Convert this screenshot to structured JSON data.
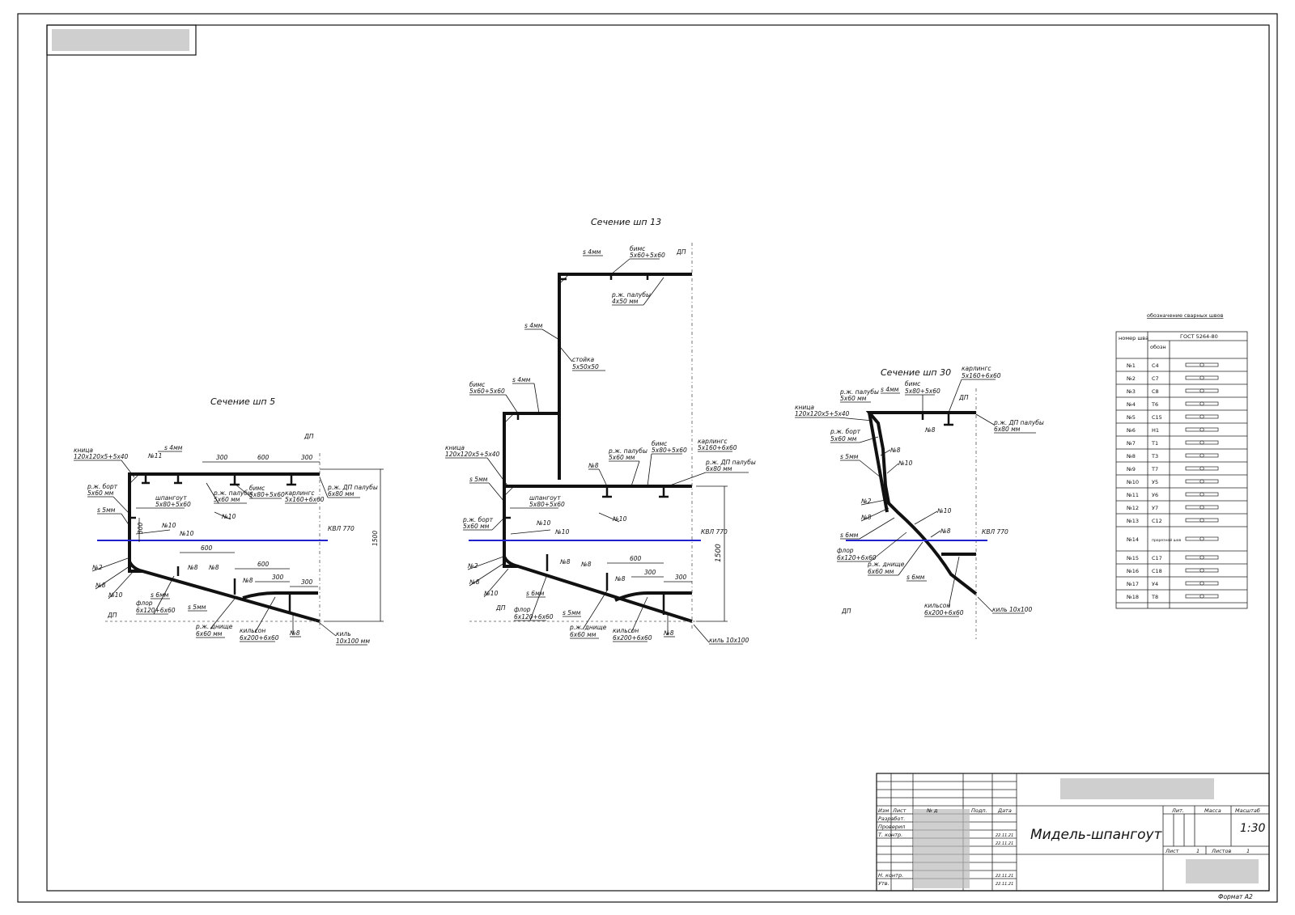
{
  "document": {
    "format": "Формат А2"
  },
  "section5": {
    "title": "Сечение шп 5",
    "labels": {
      "knitsa": "кница",
      "knitsa_dim": "120х120х5+5х40",
      "n11": "№11",
      "s4": "s 4мм",
      "d300a": "300",
      "d600a": "600",
      "d300b": "300",
      "dp_top": "ДП",
      "rzh_bort": "р.ж. борт",
      "rzh_bort_dim": "5х60 мм",
      "shpangout": "шпангоут",
      "shpangout_dim": "5х80+5х60",
      "rzh_paluby": "р.ж. палубы",
      "rzh_paluby_dim": "5х60 мм",
      "bims": "бимс",
      "bims_dim": "5х80+5х60",
      "karlings": "карлингс",
      "karlings_dim": "5х160+6х60",
      "rzh_dp": "р.ж. ДП палубы",
      "rzh_dp_dim": "6х80 мм",
      "n10a": "№10",
      "s5": "s 5мм",
      "d300v": "300",
      "n10b": "№10",
      "n10c": "№10",
      "kvl": "КВЛ 770",
      "h1500": "1500",
      "d600c": "600",
      "d600d": "600",
      "n8a": "№8",
      "n8b": "№8",
      "d300c": "300",
      "d300d": "300",
      "n8c": "№8",
      "n2": "№2",
      "n8d": "№8",
      "n10d": "№10",
      "s6": "s 6мм",
      "flor": "флор",
      "flor_dim": "6х120+6х60",
      "s5b": "s 5мм",
      "dp_bot": "ДП",
      "rzh_dnishe": "р.ж. днище",
      "rzh_dnishe_dim": "6х60 мм",
      "kilson": "кильсон",
      "kilson_dim": "6х200+6х60",
      "n8e": "№8",
      "kil": "киль",
      "kil_dim": "10х100 мм"
    }
  },
  "section13": {
    "title": "Сечение шп 13",
    "labels": {
      "s4top": "s 4мм",
      "bims_top": "бимс",
      "bims_top_dim": "5х60+5х60",
      "dp_top": "ДП",
      "rzh_paluby_top": "р.ж. палубы",
      "rzh_paluby_top_dim": "4х50 мм",
      "s4side": "s 4мм",
      "stoyka": "стойка",
      "stoyka_dim": "5х50х50",
      "bims_mid": "бимс",
      "bims_mid_dim": "5х60+5х60",
      "s4mid": "s 4мм",
      "knitsa": "кница",
      "knitsa_dim": "120х120х5+5х40",
      "rzh_paluby": "р.ж. палубы",
      "rzh_paluby_dim": "5х60 мм",
      "bims": "бимс",
      "bims_dim": "5х80+5х60",
      "karlings": "карлингс",
      "karlings_dim": "5х160+6х60",
      "rzh_dp": "р.ж. ДП палубы",
      "rzh_dp_dim": "6х80 мм",
      "n8top": "№8",
      "s5": "s 5мм",
      "shpangout": "шпангоут",
      "shpangout_dim": "5х80+5х60",
      "n10a": "№10",
      "rzh_bort": "р.ж. борт",
      "rzh_bort_dim": "5х60 мм",
      "n10b": "№10",
      "n10c": "№10",
      "kvl": "КВЛ 770",
      "h1500": "1500",
      "n2": "№2",
      "n8a": "№8",
      "n8b": "№8",
      "n8c": "№8",
      "d600": "600",
      "d300a": "300",
      "d300b": "300",
      "n8d": "№8",
      "n10d": "№10",
      "s6": "s 6мм",
      "dp_bot": "ДП",
      "flor": "флор",
      "flor_dim": "6х120+6х60",
      "s5b": "s 5мм",
      "rzh_dnishe": "р.ж. днище",
      "rzh_dnishe_dim": "6х60 мм",
      "kilson": "кильсон",
      "kilson_dim": "6х200+6х60",
      "n8e": "№8",
      "kil": "киль 10х100"
    }
  },
  "section30": {
    "title": "Сечение шп 30",
    "labels": {
      "karlings": "карлингс",
      "karlings_dim": "5х160+6х60",
      "rzh_paluby": "р.ж. палубы",
      "rzh_paluby_dim": "5х60 мм",
      "s4": "s 4мм",
      "bims": "бимс",
      "bims_dim": "5х80+5х60",
      "dp_top": "ДП",
      "knitsa": "кница",
      "knitsa_dim": "120х120х5+5х40",
      "rzh_dp": "р.ж. ДП палубы",
      "rzh_dp_dim": "6х80 мм",
      "rzh_bort": "р.ж. борт",
      "rzh_bort_dim": "5х60 мм",
      "n8top": "№8",
      "n8a": "№8",
      "s5": "s 5мм",
      "n10a": "№10",
      "n2": "№2",
      "n8b": "№8",
      "n10b": "№10",
      "n8c": "№8",
      "kvl": "КВЛ 770",
      "s6": "s 6мм",
      "flor": "флор",
      "flor_dim": "6х120+6х60",
      "rzh_dnishe": "р.ж. днище",
      "rzh_dnishe_dim": "6х60 мм",
      "s6b": "s 6мм",
      "kilson": "кильсон",
      "kilson_dim": "6х200+6х60",
      "dp_bot": "ДП",
      "kil": "киль 10х100"
    }
  },
  "weld_table": {
    "caption": "обозначение сварных швов",
    "header_num": "номер шва",
    "header_gost": "ГОСТ 5264-80",
    "header_sub": "обозн",
    "rows": [
      {
        "num": "№1",
        "code": "С4"
      },
      {
        "num": "№2",
        "code": "С7"
      },
      {
        "num": "№3",
        "code": "С8"
      },
      {
        "num": "№4",
        "code": "Т6"
      },
      {
        "num": "№5",
        "code": "С15"
      },
      {
        "num": "№6",
        "code": "Н1"
      },
      {
        "num": "№7",
        "code": "Т1"
      },
      {
        "num": "№8",
        "code": "Т3"
      },
      {
        "num": "№9",
        "code": "Т7"
      },
      {
        "num": "№10",
        "code": "У5"
      },
      {
        "num": "№11",
        "code": "У6"
      },
      {
        "num": "№12",
        "code": "У7"
      },
      {
        "num": "№13",
        "code": "С12"
      },
      {
        "num": "№14",
        "code": "прорезной шов"
      },
      {
        "num": "№15",
        "code": "С17"
      },
      {
        "num": "№16",
        "code": "С18"
      },
      {
        "num": "№17",
        "code": "У4"
      },
      {
        "num": "№18",
        "code": "Т8"
      }
    ]
  },
  "title_block": {
    "drawing_name": "Мидель-шпангоут",
    "h_izm": "Изм",
    "h_list": "Лист",
    "h_ndok": "№ д",
    "h_podp": "Подп.",
    "h_data": "Дата",
    "razrab": "Разработ.",
    "prover": "Проверил",
    "t_kontr": "Т. контр.",
    "n_kontr": "Н. контр.",
    "utv": "Утв.",
    "dates": [
      "22.11.21",
      "22.11.21",
      "22.11.21",
      "22.11.21"
    ],
    "h_lit": "Лит.",
    "h_massa": "Масса",
    "h_masshtab": "Масштаб",
    "masshtab": "1:30",
    "list_label": "Лист",
    "list_num": "1",
    "listov_label": "Листов",
    "listov_num": "1"
  }
}
